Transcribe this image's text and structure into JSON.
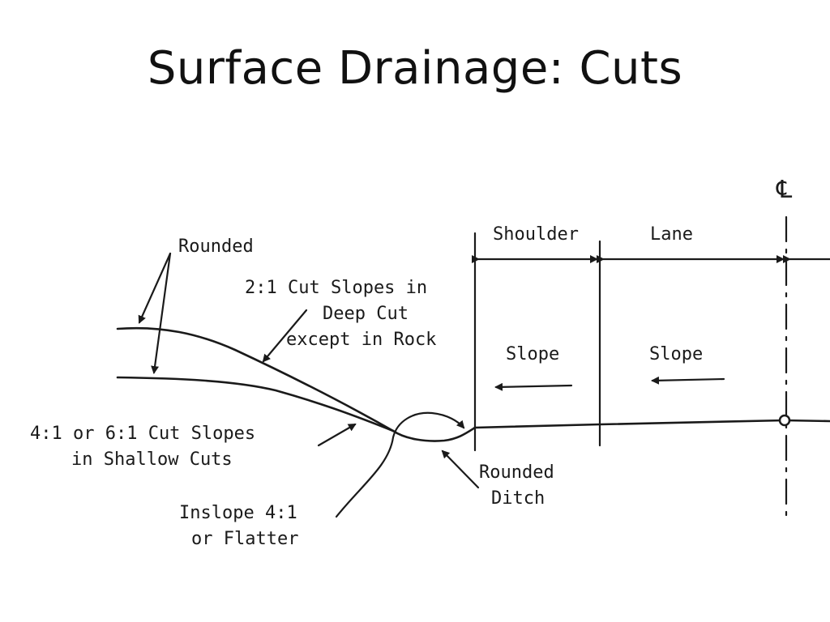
{
  "title": "Surface Drainage:  Cuts",
  "diagram": {
    "centerline_symbol": "℄",
    "labels": {
      "shoulder": "Shoulder",
      "lane": "Lane",
      "rounded": "Rounded",
      "deep_cut_1": "2:1 Cut Slopes in",
      "deep_cut_2": "Deep Cut",
      "deep_cut_3": "except in Rock",
      "slope_shoulder": "Slope",
      "slope_lane": "Slope",
      "shallow_cut_1": "4:1 or 6:1 Cut Slopes",
      "shallow_cut_2": "in Shallow Cuts",
      "inslope_1": "Inslope 4:1",
      "inslope_2": "or Flatter",
      "ditch_1": "Rounded",
      "ditch_2": "Ditch"
    }
  }
}
